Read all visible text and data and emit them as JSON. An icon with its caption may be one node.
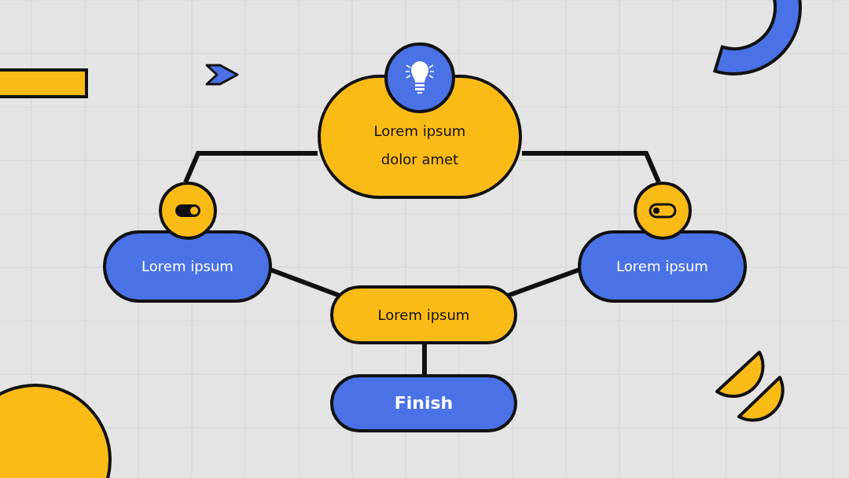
{
  "diagram": {
    "nodes": [
      {
        "text": [
          "Lorem ipsum dolor amet"
        ]
      },
      {
        "text": [
          "Lorem ipsum"
        ]
      },
      {
        "text": [
          "Lorem ipsum"
        ]
      },
      {
        "text": [
          "Lorem ipsum"
        ]
      },
      {
        "text": [
          "Finish"
        ]
      }
    ],
    "edges": [
      {
        "from": 0,
        "to": 1,
        "arrow": "none"
      },
      {
        "from": 0,
        "to": 2,
        "arrow": "none"
      },
      {
        "from": 1,
        "to": 3,
        "arrow": "none"
      },
      {
        "from": 2,
        "to": 3,
        "arrow": "none"
      },
      {
        "from": 3,
        "to": 4,
        "arrow": "none"
      }
    ]
  }
}
